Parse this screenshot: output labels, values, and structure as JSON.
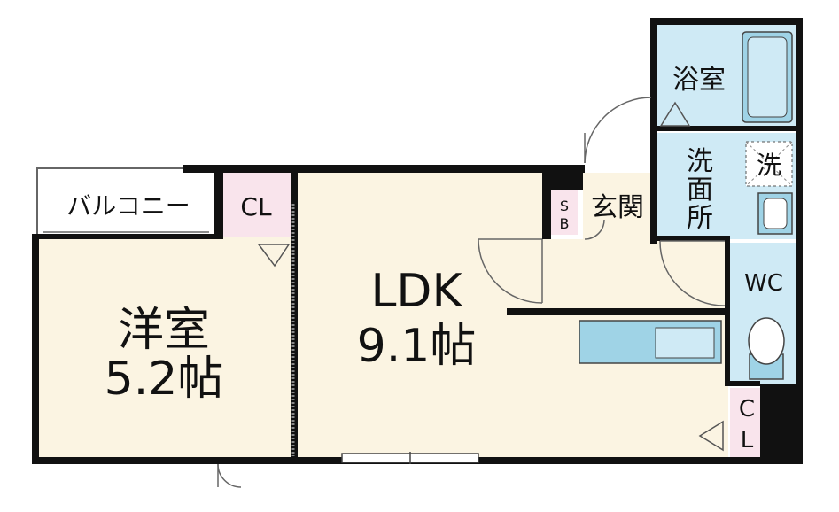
{
  "rooms": {
    "western": {
      "name": "洋室",
      "size": "5.2帖"
    },
    "ldk": {
      "name": "LDK",
      "size": "9.1帖"
    },
    "bath": {
      "name": "浴室"
    },
    "washroom": {
      "name_lines": [
        "洗",
        "面",
        "所"
      ]
    },
    "washer": {
      "name": "洗"
    },
    "entrance": {
      "name": "玄関"
    },
    "toilet": {
      "name": "WC"
    },
    "balcony": {
      "name": "バルコニー"
    },
    "closet_western": {
      "name": "CL"
    },
    "closet_ldk": {
      "name_lines": [
        "C",
        "L"
      ]
    },
    "shoebox": {
      "name_lines": [
        "S",
        "B"
      ]
    }
  },
  "colors": {
    "wall": "#111111",
    "floor_room": "#fbf4e2",
    "floor_wet": "#cfeaf5",
    "closet": "#f9e4ec",
    "fixture": "#9fd3e6"
  }
}
